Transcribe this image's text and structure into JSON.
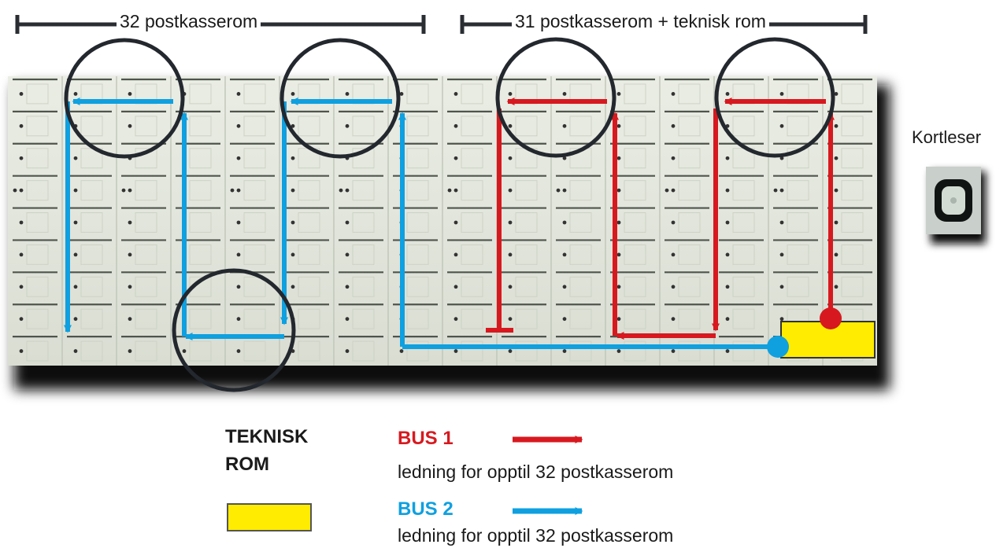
{
  "header": {
    "left_section_label": "32 postkasserom",
    "right_section_label": "31 postkasserom + teknisk rom"
  },
  "card_reader": {
    "label": "Kortleser",
    "icon": "card-reader-icon"
  },
  "legend": {
    "technical_room_label": "TEKNISK ROM",
    "bus1": {
      "title": "BUS 1",
      "description": "ledning for opptil 32 postkasserom",
      "color": "#d7191f"
    },
    "bus2": {
      "title": "BUS 2",
      "description": "ledning for opptil 32 postkasserom",
      "color": "#0fa0e0"
    },
    "technical_room_color": "#ffec00"
  },
  "colors": {
    "bus1": "#d7191f",
    "bus2": "#0fa0e0",
    "technical_room": "#ffec00",
    "panel": "#e3e6dc",
    "ring": "#23272e"
  }
}
